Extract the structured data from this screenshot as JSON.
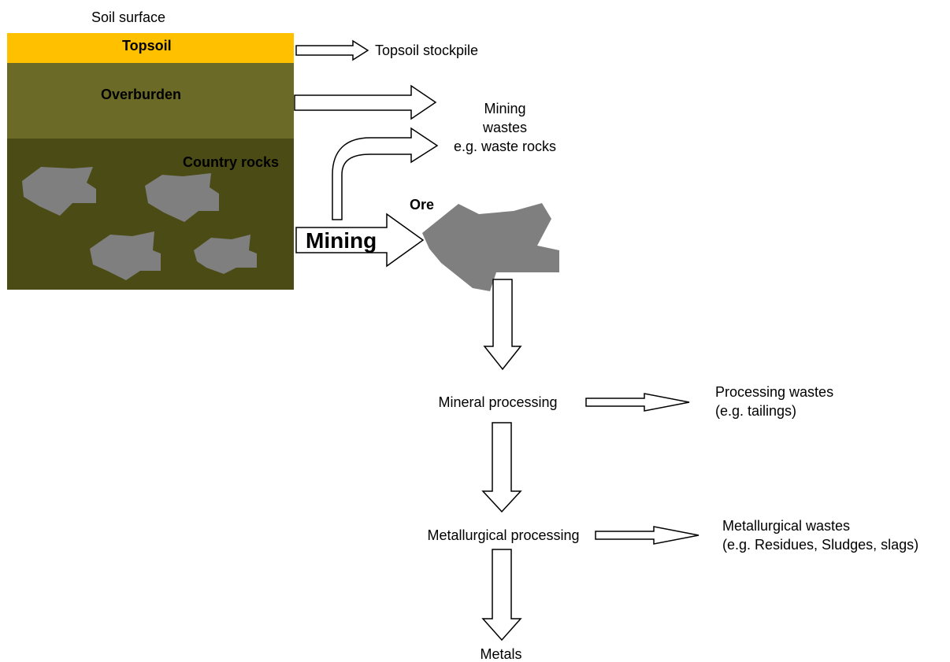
{
  "labels": {
    "soil_surface": "Soil surface",
    "topsoil": "Topsoil",
    "overburden": "Overburden",
    "country_rocks": "Country rocks",
    "ore": "Ore",
    "mining": "Mining",
    "topsoil_stockpile": "Topsoil stockpile",
    "mining_wastes_line1": "Mining",
    "mining_wastes_line2": "wastes",
    "mining_wastes_line3": "e.g. waste rocks",
    "mineral_processing": "Mineral processing",
    "processing_wastes_line1": "Processing wastes",
    "processing_wastes_line2": "(e.g. tailings)",
    "metallurgical_processing": "Metallurgical processing",
    "metallurgical_wastes_line1": "Metallurgical wastes",
    "metallurgical_wastes_line2": "(e.g. Residues, Sludges, slags)",
    "metals": "Metals"
  },
  "colors": {
    "topsoil": "#ffc000",
    "overburden": "#6b6b27",
    "country_rocks": "#4b4b16",
    "rock": "#7f7f7f",
    "arrow_stroke": "#000000",
    "arrow_fill": "#ffffff"
  }
}
